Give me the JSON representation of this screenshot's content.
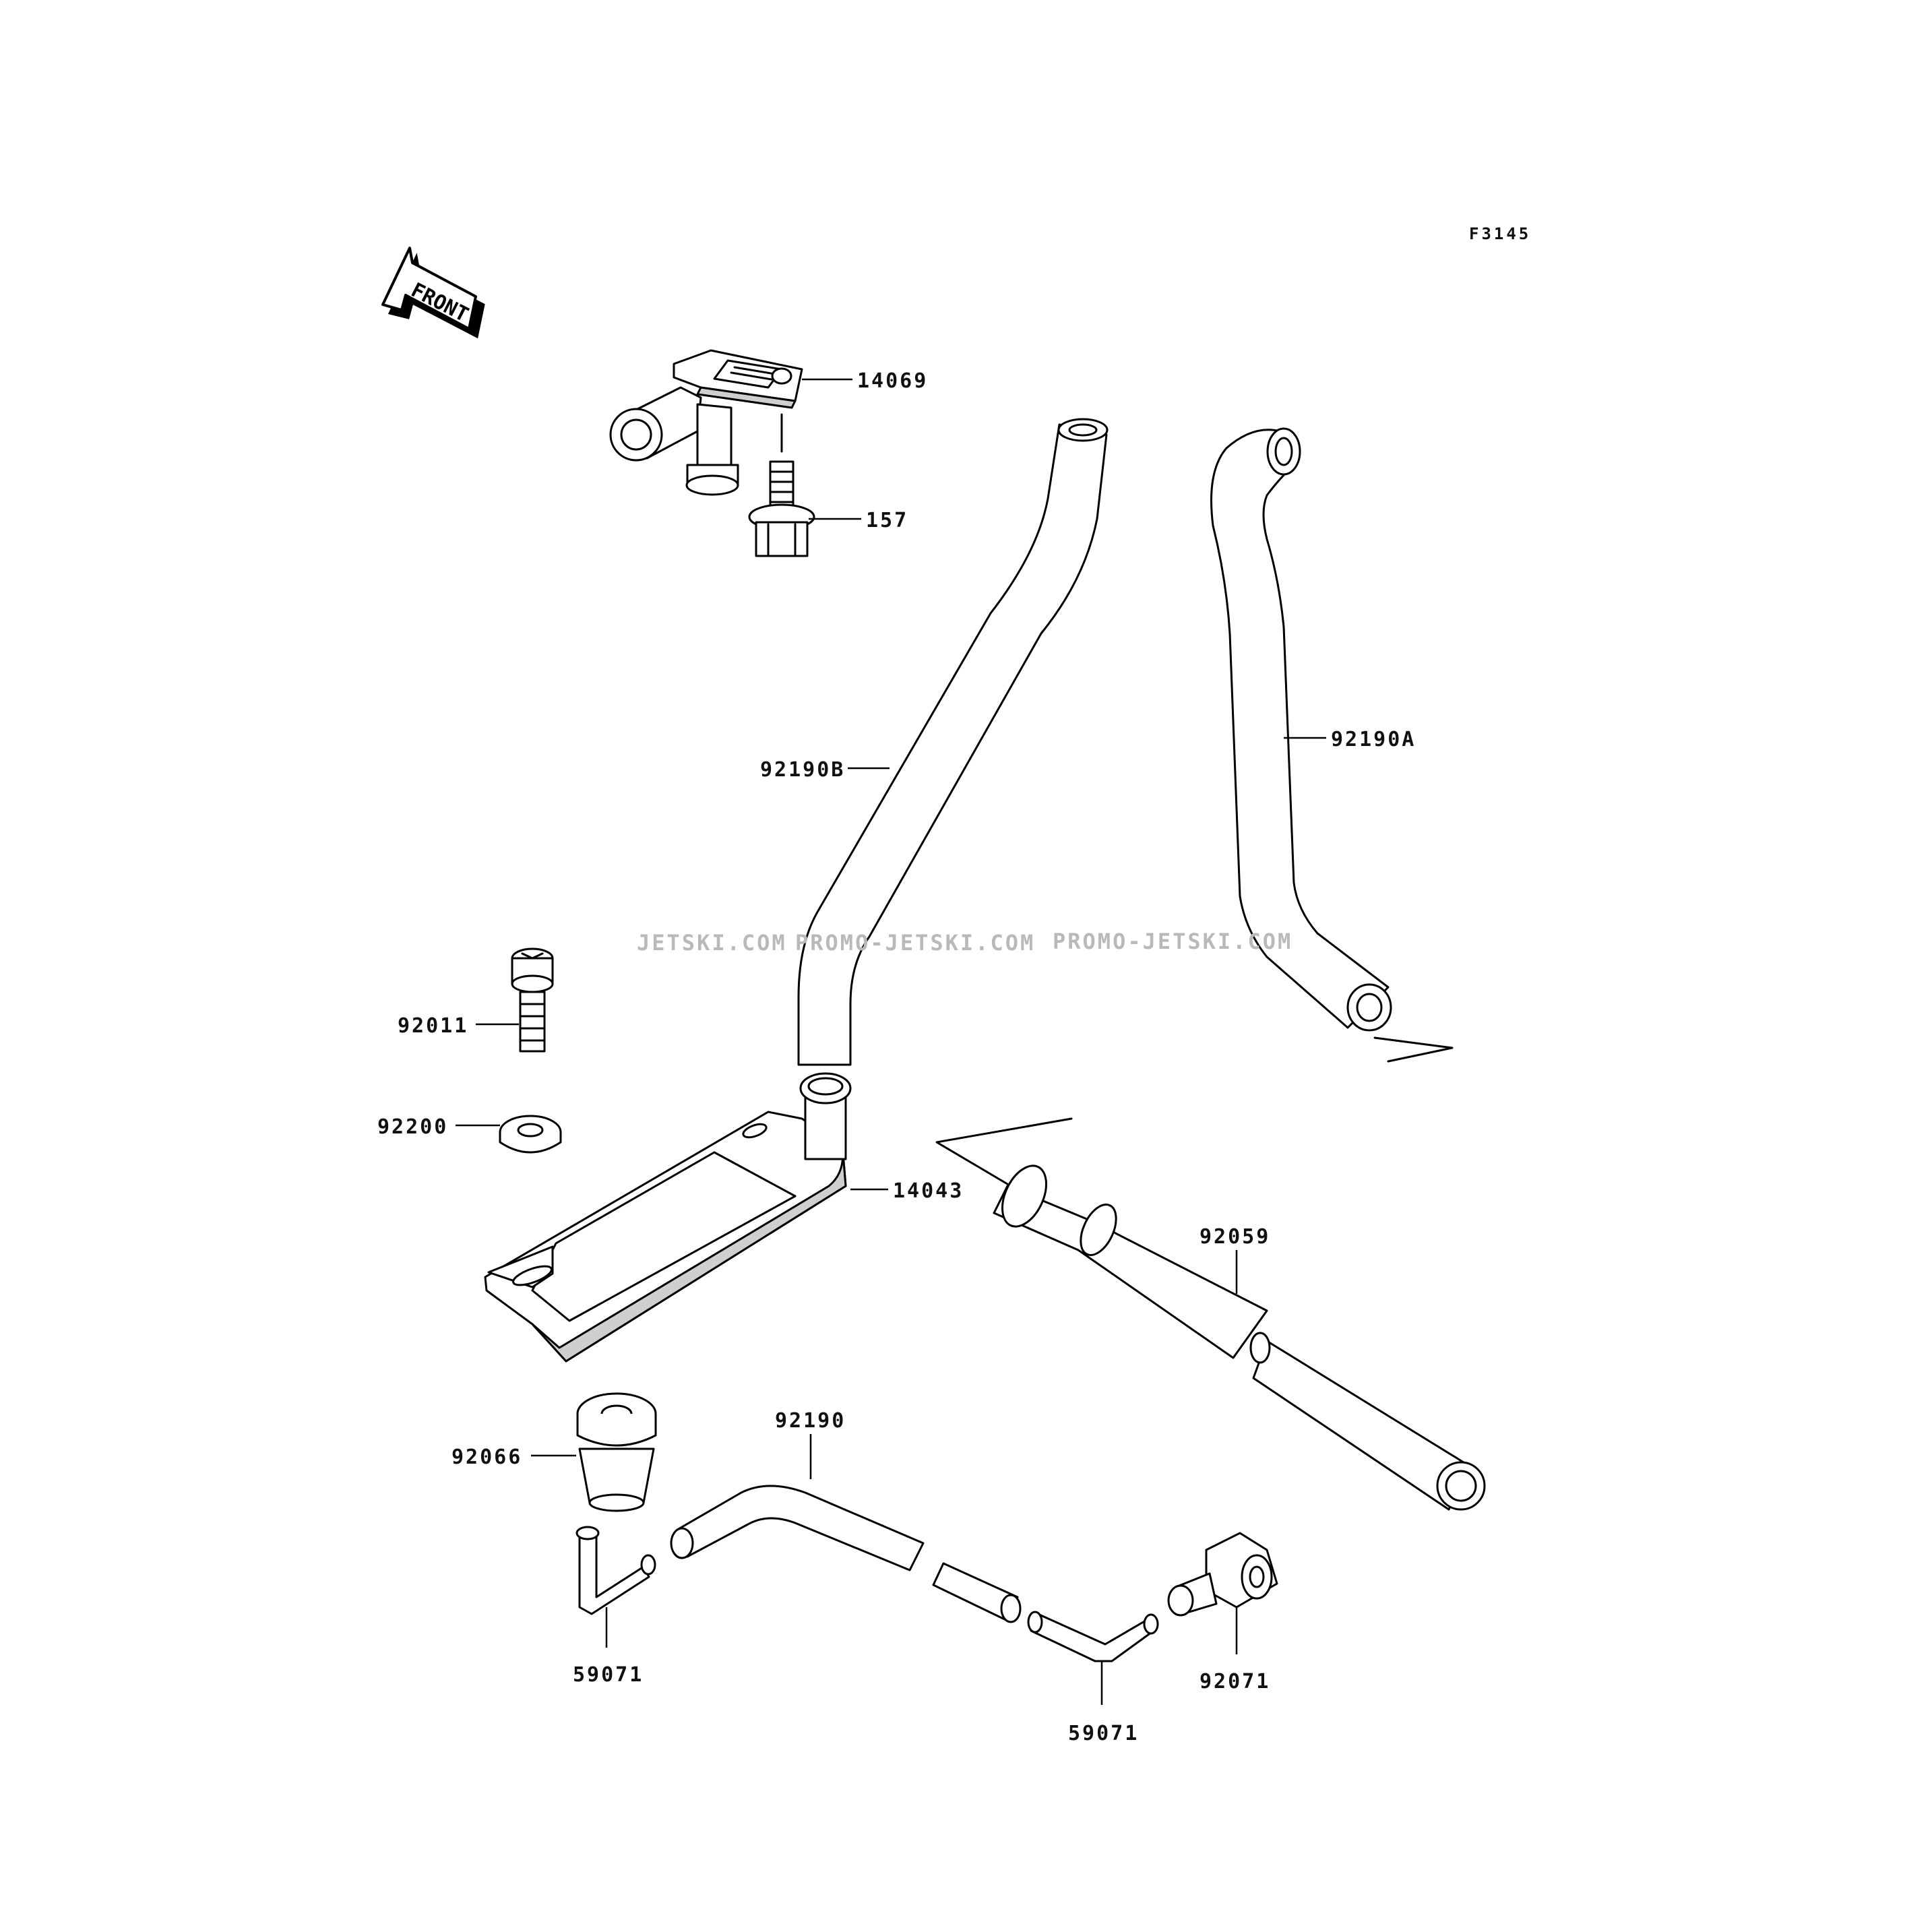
{
  "figure_code": "F3145",
  "front_arrow_label": "FRONT",
  "watermarks": [
    "JETSKI.COM",
    "PROMO-JETSKI.COM",
    "PROMO-JETSKI.COM"
  ],
  "parts": {
    "p14069": "14069",
    "p157": "157",
    "p92190B": "92190B",
    "p92190A": "92190A",
    "p92011": "92011",
    "p92200": "92200",
    "p14043": "14043",
    "p92059": "92059",
    "p92066": "92066",
    "p92190": "92190",
    "p59071_left": "59071",
    "p59071_right": "59071",
    "p92071": "92071"
  }
}
